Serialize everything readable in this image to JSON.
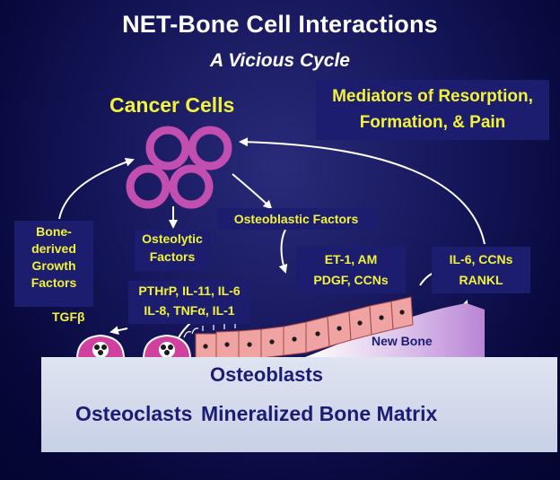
{
  "title": "NET-Bone Cell Interactions",
  "subtitle": "A Vicious Cycle",
  "cancer_cells_label": "Cancer Cells",
  "mediators_box": {
    "line1": "Mediators of Resorption,",
    "line2": "Formation, & Pain"
  },
  "bone_derived_box": {
    "line1": "Bone-",
    "line2": "derived",
    "line3": "Growth",
    "line4": "Factors"
  },
  "osteolytic_box": {
    "line1": "Osteolytic",
    "line2": "Factors"
  },
  "osteolytic_factors_list": {
    "line1": "PTHrP, IL-11, IL-6",
    "line2": "IL-8, TNFα, IL-1"
  },
  "osteoblastic_label": "Osteoblastic Factors",
  "osteoblastic_factors_box": {
    "line1": "ET-1, AM",
    "line2": "PDGF, CCNs"
  },
  "pain_mediators_box": {
    "line1": "IL-6, CCNs",
    "line2": "RANKL"
  },
  "tgfb_label": "TGFβ",
  "new_bone_label": "New Bone",
  "osteoblasts_label": "Osteoblasts",
  "osteoclasts_label": "Osteoclasts",
  "matrix_label": "Mineralized Bone Matrix",
  "colors": {
    "background": "#15165a",
    "title_text": "#ffffff",
    "label_yellow": "#f2f23a",
    "box_fill": "#1c1d6e",
    "cancer_cell": "#c24fb0",
    "osteoclast": "#d0409f",
    "osteoblast": "#f0a3a3",
    "new_bone": "#cfa9e0",
    "matrix": "#d6dcec",
    "matrix_text": "#1c1c76"
  }
}
